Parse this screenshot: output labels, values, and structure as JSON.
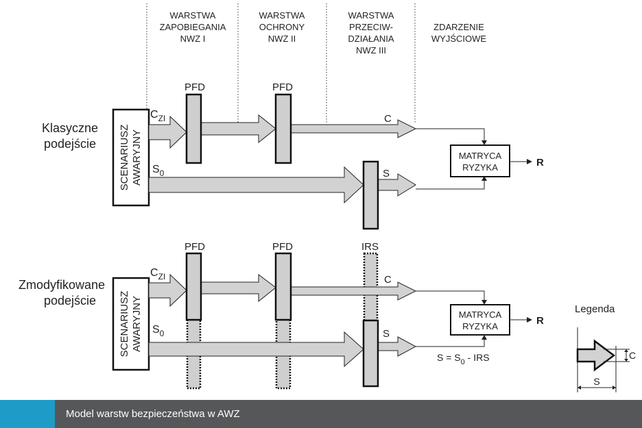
{
  "columns": {
    "layer1": [
      "WARSTWA",
      "ZAPOBIEGANIA",
      "NWZ I"
    ],
    "layer2": [
      "WARSTWA",
      "OCHRONY",
      "NWZ II"
    ],
    "layer3": [
      "WARSTWA",
      "PRZECIW-",
      "DZIAŁANIA",
      "NWZ III"
    ],
    "outcome": [
      "ZDARZENIE",
      "WYJŚCIOWE"
    ]
  },
  "classic": {
    "label_line1": "Klasyczne",
    "label_line2": "podejście",
    "scenario_line1": "SCENARIUSZ",
    "scenario_line2": "AWARYJNY",
    "cz_main": "C",
    "cz_sub": "ZI",
    "s0_main": "S",
    "s0_sub": "0",
    "pfd1": "PFD",
    "pfd2": "PFD",
    "c_label": "C",
    "s_label": "S",
    "matrix_line1": "MATRYCA",
    "matrix_line2": "RYZYKA",
    "result": "R"
  },
  "modified": {
    "label_line1": "Zmodyfikowane",
    "label_line2": "podejście",
    "scenario_line1": "SCENARIUSZ",
    "scenario_line2": "AWARYJNY",
    "cz_main": "C",
    "cz_sub": "ZI",
    "s0_main": "S",
    "s0_sub": "0",
    "pfd1": "PFD",
    "pfd2": "PFD",
    "irs": "IRS",
    "c_label": "C",
    "s_label": "S",
    "matrix_line1": "MATRYCA",
    "matrix_line2": "RYZYKA",
    "result": "R",
    "formula_a": "S = S",
    "formula_sub": "0",
    "formula_b": " - IRS"
  },
  "legend": {
    "title": "Legenda",
    "c_label": "C",
    "s_label": "S"
  },
  "caption": "Model warstw bezpieczeństwa w AWZ",
  "colors": {
    "arrow_fill": "#d2d2d2",
    "barrier_fill": "#cfcfcf",
    "caption_bar": "#555759",
    "caption_accent": "#1e9bc6"
  }
}
